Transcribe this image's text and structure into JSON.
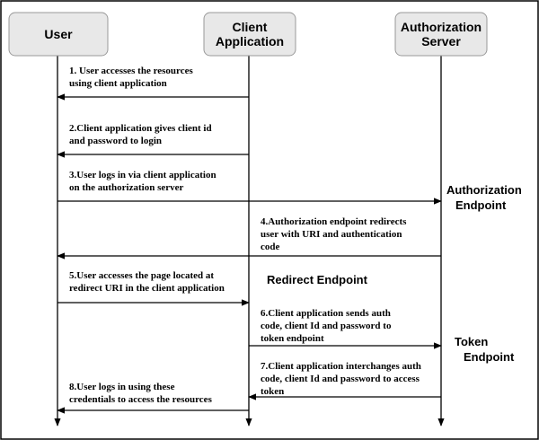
{
  "actors": [
    {
      "id": "user",
      "label": [
        "User"
      ]
    },
    {
      "id": "client",
      "label": [
        "Client",
        "Application"
      ]
    },
    {
      "id": "server",
      "label": [
        "Authorization",
        "Server"
      ]
    }
  ],
  "steps": [
    {
      "from": "client",
      "to": "user",
      "text": [
        "1. User accesses the resources",
        "using client application"
      ]
    },
    {
      "from": "client",
      "to": "user",
      "text": [
        "2.Client application gives client id",
        "and password to login"
      ]
    },
    {
      "from": "user",
      "to": "server",
      "text": [
        "3.User logs in  via client application",
        "on the authorization server"
      ]
    },
    {
      "from": "server",
      "to": "user",
      "text": [
        "4.Authorization endpoint redirects",
        "user with URI and authentication",
        "code"
      ]
    },
    {
      "from": "user",
      "to": "client",
      "text": [
        "5.User accesses the page located at",
        "redirect URI in the client application"
      ]
    },
    {
      "from": "client",
      "to": "server",
      "text": [
        "6.Client application sends auth",
        "code, client Id and password to",
        "token endpoint"
      ]
    },
    {
      "from": "server",
      "to": "client",
      "text": [
        "7.Client application interchanges auth",
        "code, client Id and password to access",
        "token"
      ]
    },
    {
      "from": "client",
      "to": "user",
      "text": [
        "8.User logs in using these",
        "credentials to access the resources"
      ]
    }
  ],
  "endpoints": [
    {
      "label": [
        "Authorization",
        "Endpoint"
      ]
    },
    {
      "label": [
        "Redirect Endpoint"
      ]
    },
    {
      "label": [
        "Token",
        "Endpoint"
      ]
    }
  ],
  "colors": {
    "box_fill": "#e8e8e8",
    "box_stroke": "#999999",
    "line": "#000000",
    "frame": "#000000"
  }
}
